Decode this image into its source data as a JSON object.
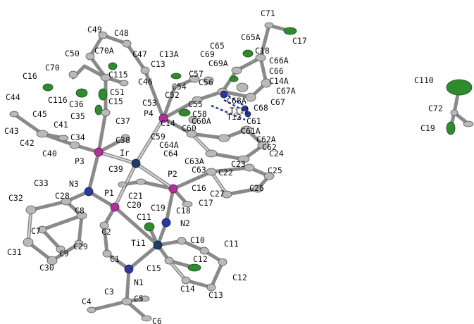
{
  "labels": {
    "C71": "C71",
    "C17": "C17",
    "C65A": "C65A",
    "C18a": "C18",
    "C66A": "C66A",
    "C66": "C66",
    "C14A": "C14A",
    "C67A": "C67A",
    "C67": "C67",
    "C68": "C68",
    "C68A": "C68A",
    "C61": "C61",
    "C61A": "C61A",
    "C62A": "C62A",
    "C62": "C62",
    "C24": "C24",
    "C25": "C25",
    "C26": "C26",
    "C27": "C27",
    "C23": "C23",
    "C22": "C22",
    "C63": "C63",
    "C63A": "C63A",
    "C64": "C64",
    "C64A": "C64A",
    "C60": "C60",
    "C60A": "C60A",
    "C58": "C58",
    "Ti12": "Ti12",
    "Ti2": "Ti2",
    "C55": "C55",
    "C56": "C56",
    "C57": "C57",
    "C54": "C54",
    "C53": "C53",
    "C52": "C52",
    "C69A": "C69A",
    "C69": "C69",
    "C65": "C65",
    "C13A": "C13A",
    "C13": "C13",
    "C47": "C47",
    "C48": "C48",
    "C49": "C49",
    "C50": "C50",
    "C70A": "C70A",
    "C70": "C70",
    "C16a": "C16",
    "C116": "C116",
    "C36": "C36",
    "C15a": "C15",
    "C51": "C51",
    "C115": "C115",
    "C46": "C46",
    "C44": "C44",
    "C45": "C45",
    "C43": "C43",
    "C42": "C42",
    "C41": "C41",
    "C35": "C35",
    "C34": "C34",
    "C40": "C40",
    "C37": "C37",
    "C38": "C38",
    "P4": "P4",
    "C14a": "C14",
    "C59": "C59",
    "P3": "P3",
    "Ir": "Ir",
    "C39": "C39",
    "P2": "P2",
    "N3": "N3",
    "C33": "C33",
    "C32": "C32",
    "C28": "C28",
    "P1": "P1",
    "C21": "C21",
    "C16b": "C16",
    "C17b": "C17",
    "C20": "C20",
    "C19": "C19",
    "C18b": "C18",
    "C8": "C8",
    "C11": "C11",
    "N2": "N2",
    "C2": "C2",
    "C7": "C7",
    "C31": "C31",
    "C9": "C9",
    "C29": "C29",
    "C10": "C10",
    "C11b": "C11",
    "C30": "C30",
    "C1": "C1",
    "Ti1": "Ti1",
    "C12": "C12",
    "C15b": "C15",
    "C12b": "C12",
    "N1": "N1",
    "C14b": "C14",
    "C13b": "C13",
    "C3": "C3",
    "C5": "C5",
    "C4": "C4",
    "C6": "C6",
    "C110": "C110",
    "C72": "C72",
    "C19b": "C19"
  },
  "colors": {
    "carbon": "#b9b9b9",
    "chlorine": "#2e8b2e",
    "nitrogen": "#2a3a9a",
    "phosphorus": "#b0309a",
    "metal": "#1d3e6a",
    "bond": "#8a8a8a"
  }
}
